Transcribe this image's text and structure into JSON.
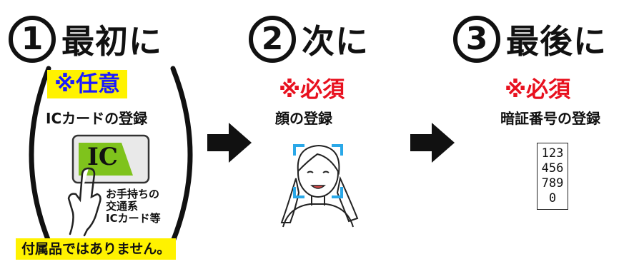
{
  "steps": [
    {
      "number": "1",
      "title": "最初に",
      "badge": "※任意",
      "caption": "ICカードの登録"
    },
    {
      "number": "2",
      "title": "次に",
      "badge": "※必須",
      "caption": "顔の登録"
    },
    {
      "number": "3",
      "title": "最後に",
      "badge": "※必須",
      "caption": "暗証番号の登録"
    }
  ],
  "ic_card": {
    "label": "IC",
    "note_lines": [
      "お手持ちの",
      "交通系",
      "ICカード等"
    ],
    "footer": "付属品ではありません。"
  },
  "pin_pad": {
    "rows": [
      "123",
      "456",
      "789",
      "0"
    ]
  },
  "colors": {
    "required": "#e8101e",
    "optional_text": "#1a1aff",
    "highlight": "#fff200",
    "card_green": "#7fc31c",
    "face_frame": "#2aa8e8"
  },
  "icons": [
    "arrow-right-icon",
    "face-icon",
    "hand-icon",
    "ic-card-icon"
  ]
}
